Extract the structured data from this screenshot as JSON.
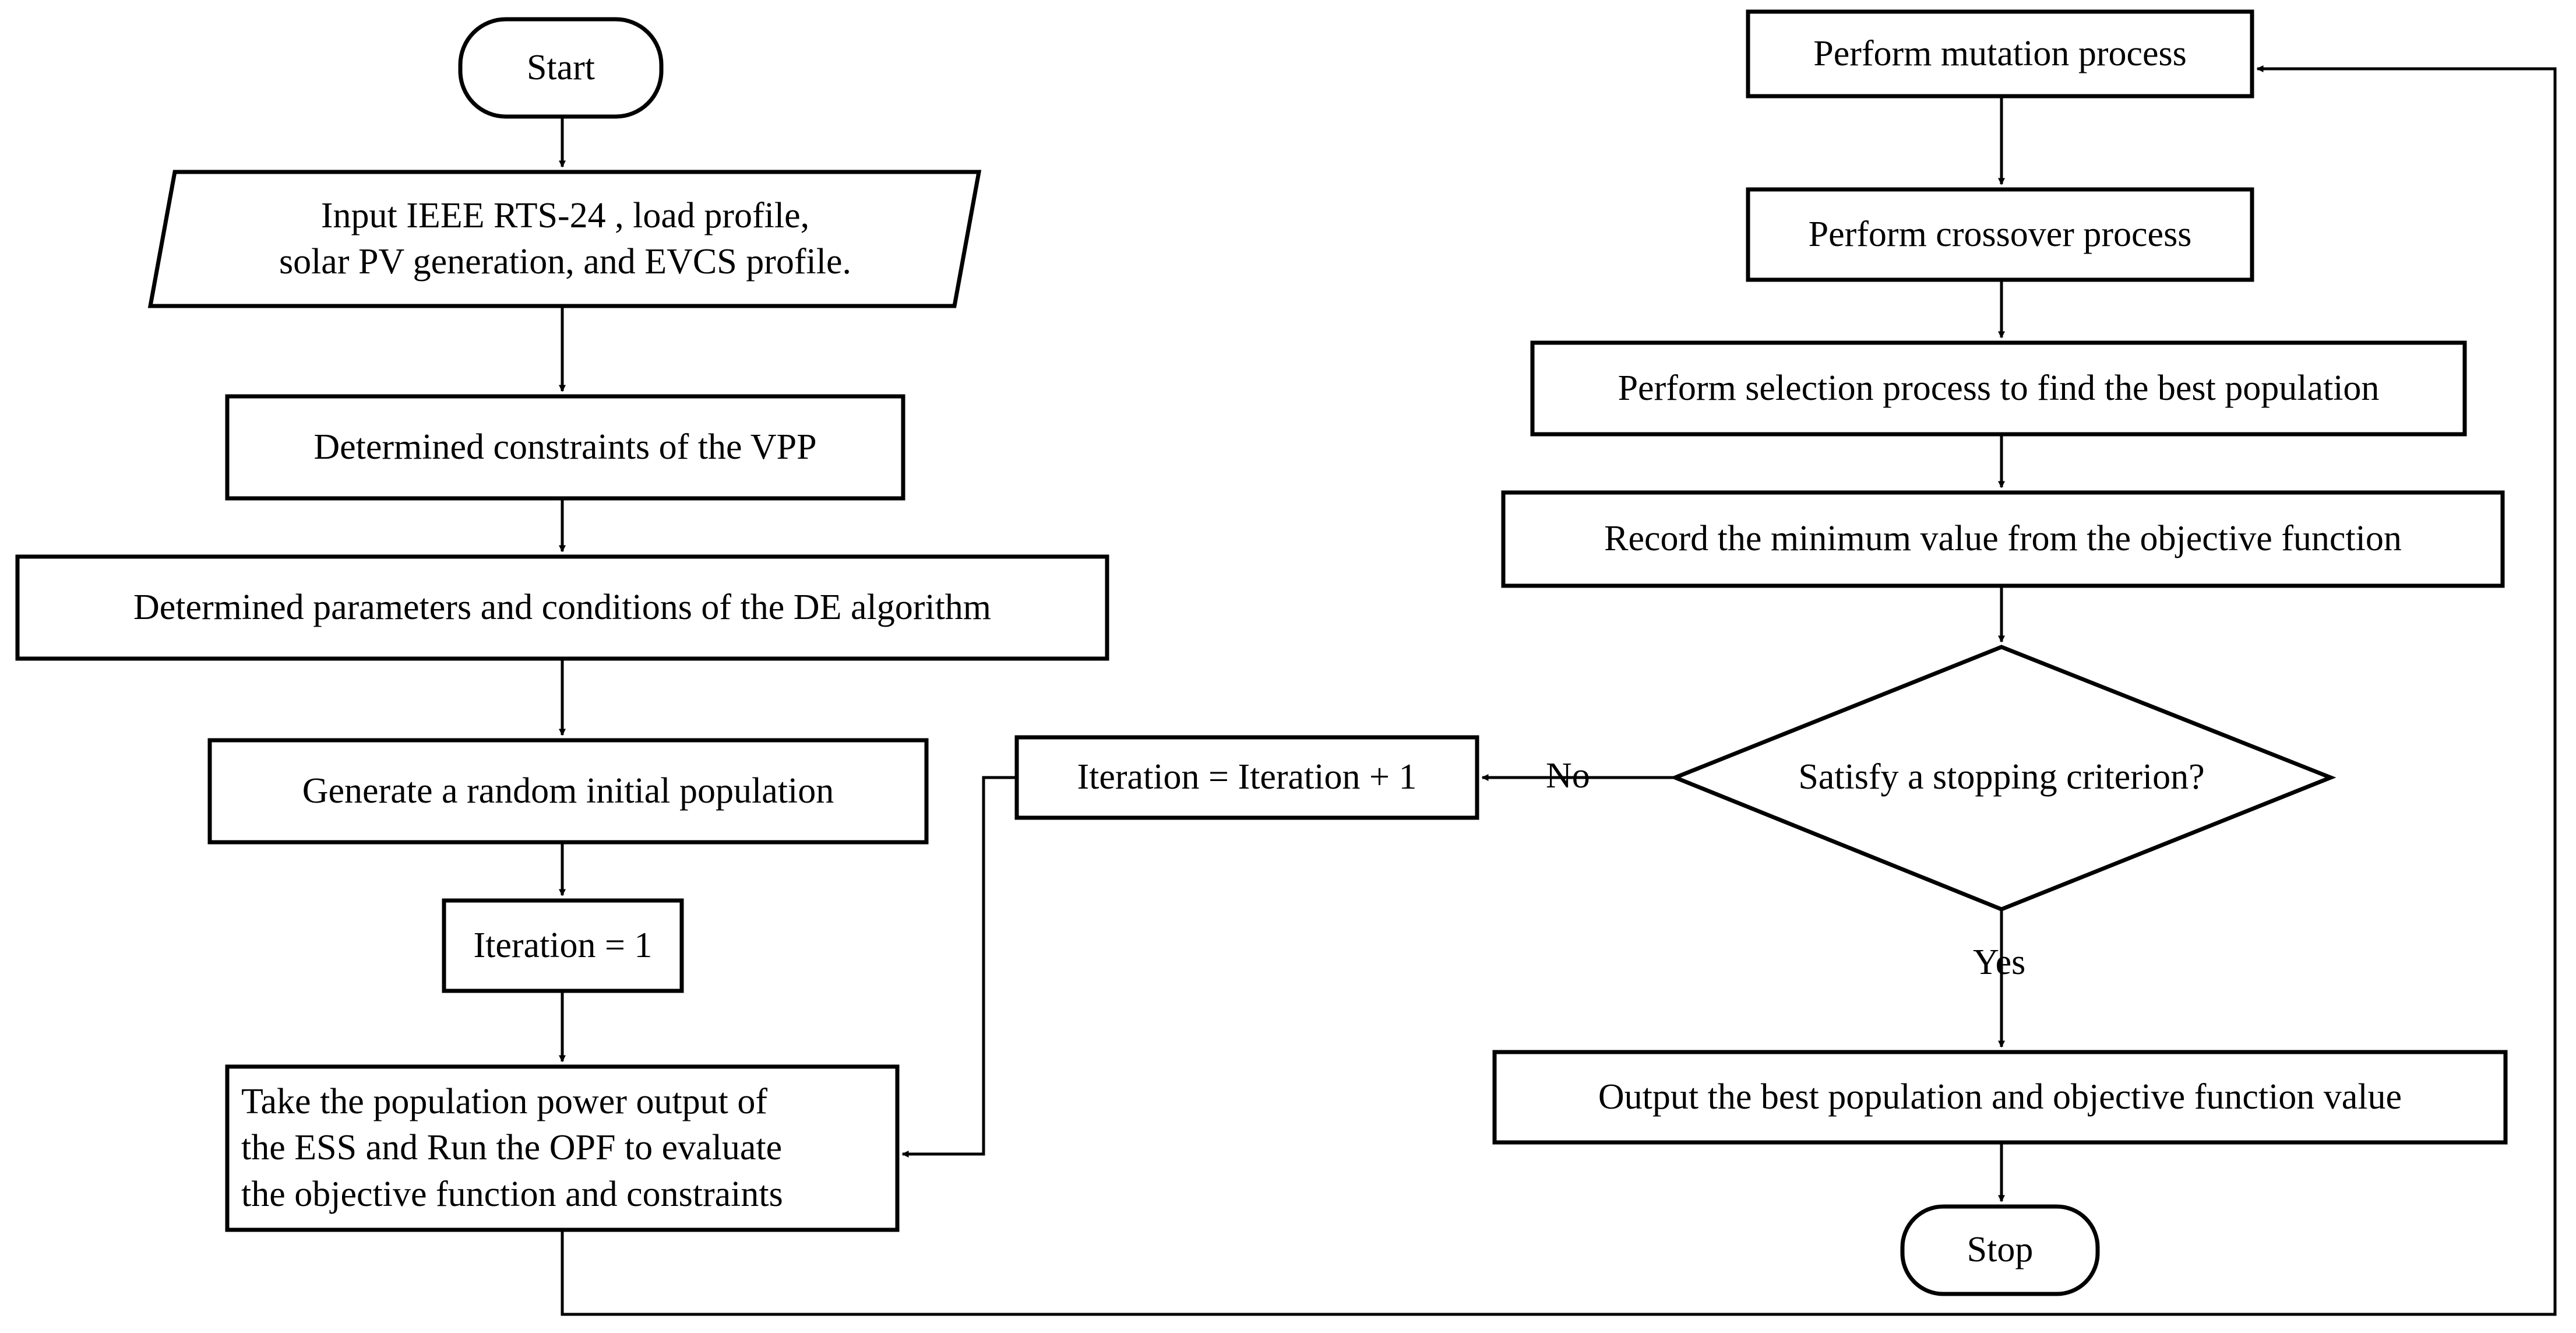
{
  "diagram": {
    "title": "Differential Evolution algorithm flowchart for VPP optimization",
    "style": {
      "stroke_color": "#000000",
      "fill_color": "#ffffff",
      "text_color": "#000000",
      "background": "#ffffff"
    }
  },
  "nodes": {
    "start": {
      "label": "Start",
      "shape": "terminator"
    },
    "input": {
      "label": "Input IEEE RTS-24 , load profile,\nsolar PV generation, and EVCS profile.",
      "shape": "parallelogram"
    },
    "constraints": {
      "label": "Determined constraints of the VPP",
      "shape": "process"
    },
    "parameters": {
      "label": "Determined parameters and conditions of the DE algorithm",
      "shape": "process"
    },
    "generate": {
      "label": "Generate a random initial population",
      "shape": "process"
    },
    "iteration_init": {
      "label": "Iteration = 1",
      "shape": "process"
    },
    "evaluate": {
      "label": "Take the population power output of\nthe ESS and Run the OPF to evaluate\nthe objective function and constraints",
      "shape": "process"
    },
    "iteration_increment": {
      "label": "Iteration = Iteration + 1",
      "shape": "process"
    },
    "mutation": {
      "label": "Perform mutation process",
      "shape": "process"
    },
    "crossover": {
      "label": "Perform crossover  process",
      "shape": "process"
    },
    "selection": {
      "label": "Perform selection process to find the best population",
      "shape": "process"
    },
    "record": {
      "label": "Record the minimum value from the objective function",
      "shape": "process"
    },
    "decision": {
      "label": "Satisfy a stopping criterion?",
      "shape": "diamond"
    },
    "output": {
      "label": "Output the best population and objective function value",
      "shape": "process"
    },
    "stop": {
      "label": "Stop",
      "shape": "terminator"
    }
  },
  "edge_labels": {
    "no": "No",
    "yes": "Yes"
  }
}
